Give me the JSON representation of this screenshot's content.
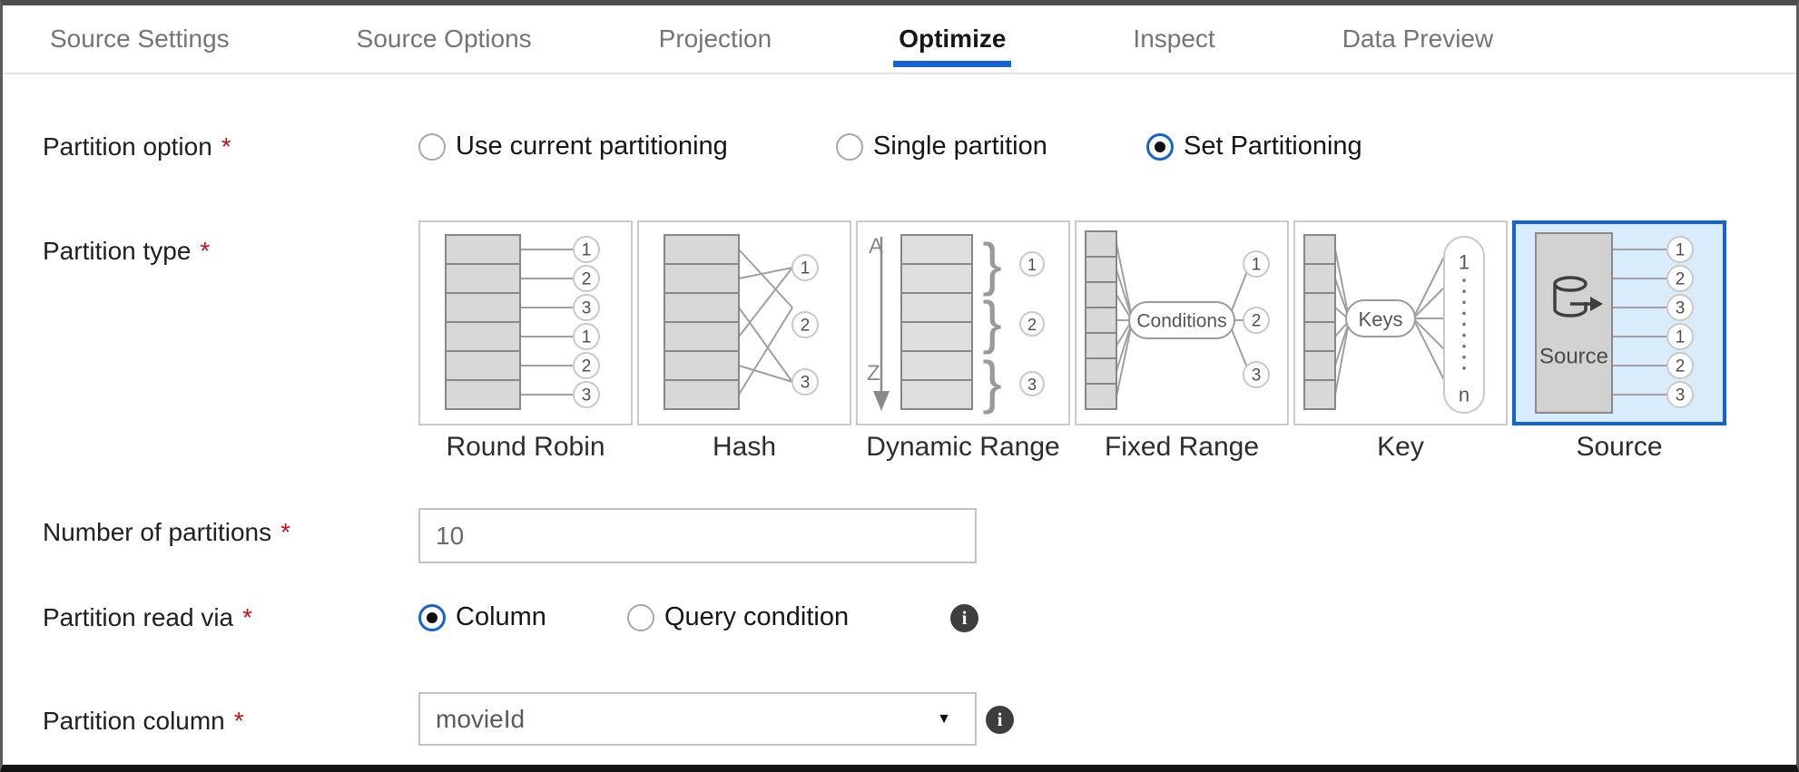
{
  "tabs": {
    "items": [
      {
        "label": "Source Settings",
        "active": false
      },
      {
        "label": "Source Options",
        "active": false
      },
      {
        "label": "Projection",
        "active": false
      },
      {
        "label": "Optimize",
        "active": true
      },
      {
        "label": "Inspect",
        "active": false
      },
      {
        "label": "Data Preview",
        "active": false
      }
    ]
  },
  "colors": {
    "accent": "#1563d2",
    "required_asterisk": "#c50f1f",
    "selected_tile_bg": "#d9ecfb"
  },
  "icons": {
    "info": "i",
    "dropdown_caret": "▼"
  },
  "form": {
    "partition_option": {
      "label": "Partition option",
      "required": "*",
      "options": [
        {
          "label": "Use current partitioning",
          "selected": false
        },
        {
          "label": "Single partition",
          "selected": false
        },
        {
          "label": "Set Partitioning",
          "selected": true
        }
      ]
    },
    "partition_type": {
      "label": "Partition type",
      "required": "*",
      "selected": "Source",
      "options": [
        {
          "label": "Round Robin"
        },
        {
          "label": "Hash"
        },
        {
          "label": "Dynamic Range"
        },
        {
          "label": "Fixed Range"
        },
        {
          "label": "Key"
        },
        {
          "label": "Source"
        }
      ]
    },
    "number_of_partitions": {
      "label": "Number of partitions",
      "required": "*",
      "value": "10"
    },
    "partition_read_via": {
      "label": "Partition read via",
      "required": "*",
      "options": [
        {
          "label": "Column",
          "selected": true
        },
        {
          "label": "Query condition",
          "selected": false
        }
      ]
    },
    "partition_column": {
      "label": "Partition column",
      "required": "*",
      "value": "movieId"
    }
  },
  "diagrams": {
    "round_robin": {
      "outputs": [
        "1",
        "2",
        "3",
        "1",
        "2",
        "3"
      ]
    },
    "hash": {
      "outputs": [
        "1",
        "2",
        "3"
      ]
    },
    "dynamic_range": {
      "top": "A",
      "bottom": "Z",
      "outputs": [
        "1",
        "2",
        "3"
      ]
    },
    "fixed_range": {
      "pill": "Conditions",
      "outputs": [
        "1",
        "2",
        "3"
      ]
    },
    "key": {
      "pill": "Keys",
      "list_top": "1",
      "list_bottom": "n"
    },
    "source": {
      "box_label": "Source",
      "outputs": [
        "1",
        "2",
        "3",
        "1",
        "2",
        "3"
      ]
    }
  }
}
